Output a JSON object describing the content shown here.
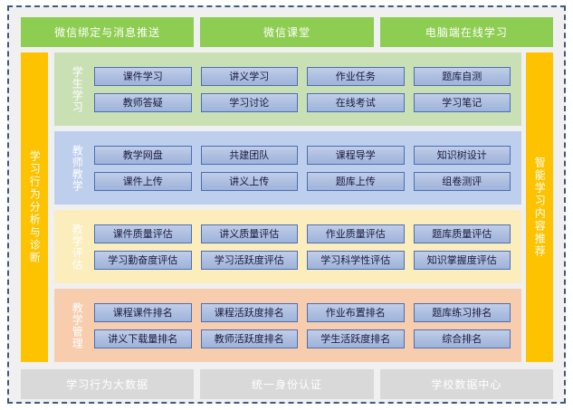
{
  "top_bar": {
    "buttons": [
      {
        "label": "微信绑定与消息推送"
      },
      {
        "label": "微信课堂"
      },
      {
        "label": "电脑端在线学习"
      }
    ]
  },
  "left_rail": {
    "label": "学习行为分析与诊断"
  },
  "right_rail": {
    "label": "智能学习内容推荐"
  },
  "bands": [
    {
      "label": "学生学习",
      "color": "#c9e0b4",
      "items": [
        {
          "label": "课件学习"
        },
        {
          "label": "讲义学习"
        },
        {
          "label": "作业任务"
        },
        {
          "label": "题库自测"
        },
        {
          "label": "教师答疑"
        },
        {
          "label": "学习讨论"
        },
        {
          "label": "在线考试"
        },
        {
          "label": "学习笔记"
        }
      ]
    },
    {
      "label": "教师教学",
      "color": "#bdcfec",
      "items": [
        {
          "label": "教学网盘"
        },
        {
          "label": "共建团队"
        },
        {
          "label": "课程导学"
        },
        {
          "label": "知识树设计"
        },
        {
          "label": "课件上传"
        },
        {
          "label": "讲义上传"
        },
        {
          "label": "题库上传"
        },
        {
          "label": "组卷测评"
        }
      ]
    },
    {
      "label": "教学评估",
      "color": "#fcedbc",
      "items": [
        {
          "label": "课件质量评估"
        },
        {
          "label": "讲义质量评估"
        },
        {
          "label": "作业质量评估"
        },
        {
          "label": "题库质量评估"
        },
        {
          "label": "学习勤奋度评估"
        },
        {
          "label": "学习活跃度评估"
        },
        {
          "label": "学习科学性评估"
        },
        {
          "label": "知识掌握度评估"
        }
      ]
    },
    {
      "label": "教学管理",
      "color": "#f7cdae",
      "items": [
        {
          "label": "课程课件排名"
        },
        {
          "label": "课程活跃度排名"
        },
        {
          "label": "作业布置排名"
        },
        {
          "label": "题库练习排名"
        },
        {
          "label": "讲义下载量排名"
        },
        {
          "label": "教师活跃度排名"
        },
        {
          "label": "学生活跃度排名"
        },
        {
          "label": "综合排名"
        }
      ]
    }
  ],
  "bottom_bar": {
    "buttons": [
      {
        "label": "学习行为大数据"
      },
      {
        "label": "统一身份认证"
      },
      {
        "label": "学校数据中心"
      }
    ]
  },
  "colors": {
    "accent_green": "#8dcd51",
    "accent_amber": "#fdc300",
    "cell_border": "#4a6fb5",
    "frame_border": "#3c5a82",
    "page_background": "#f0f0f0",
    "bottom_button": "#d9d9d9"
  }
}
